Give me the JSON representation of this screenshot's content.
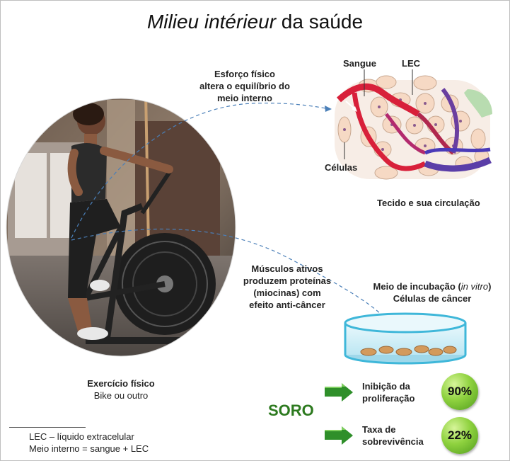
{
  "title": {
    "italic": "Milieu intérieur",
    "rest": " da saúde"
  },
  "labels": {
    "effort": [
      "Esforço físico",
      "altera o equilíbrio do",
      "meio interno"
    ],
    "blood": "Sangue",
    "lec": "LEC",
    "cells": "Células",
    "tissue": "Tecido e sua circulação",
    "muscles": [
      "Músculos ativos",
      "produzem proteínas",
      "(miocinas) com",
      "efeito anti-câncer"
    ],
    "incubation_prefix": "Meio de incubação (",
    "incubation_italic": "in vitro",
    "incubation_suffix": ")",
    "cancer_cells": "Células de câncer",
    "exercise_title": "Exercício físico",
    "exercise_sub": "Bike ou outro",
    "soro": "SORO"
  },
  "results": [
    {
      "label": [
        "Inibição da",
        "proliferação"
      ],
      "value": "90%"
    },
    {
      "label": [
        "Taxa de",
        "sobrevivência"
      ],
      "value": "22%"
    }
  ],
  "footnote": [
    "LEC – líquido extracelular",
    "Meio interno = sangue + LEC"
  ],
  "colors": {
    "soro": "#2d7a1f",
    "arrow": "#2f8f2a",
    "artery": "#d8203a",
    "vein": "#5b3ea8",
    "dish": "#3fb7d9"
  }
}
